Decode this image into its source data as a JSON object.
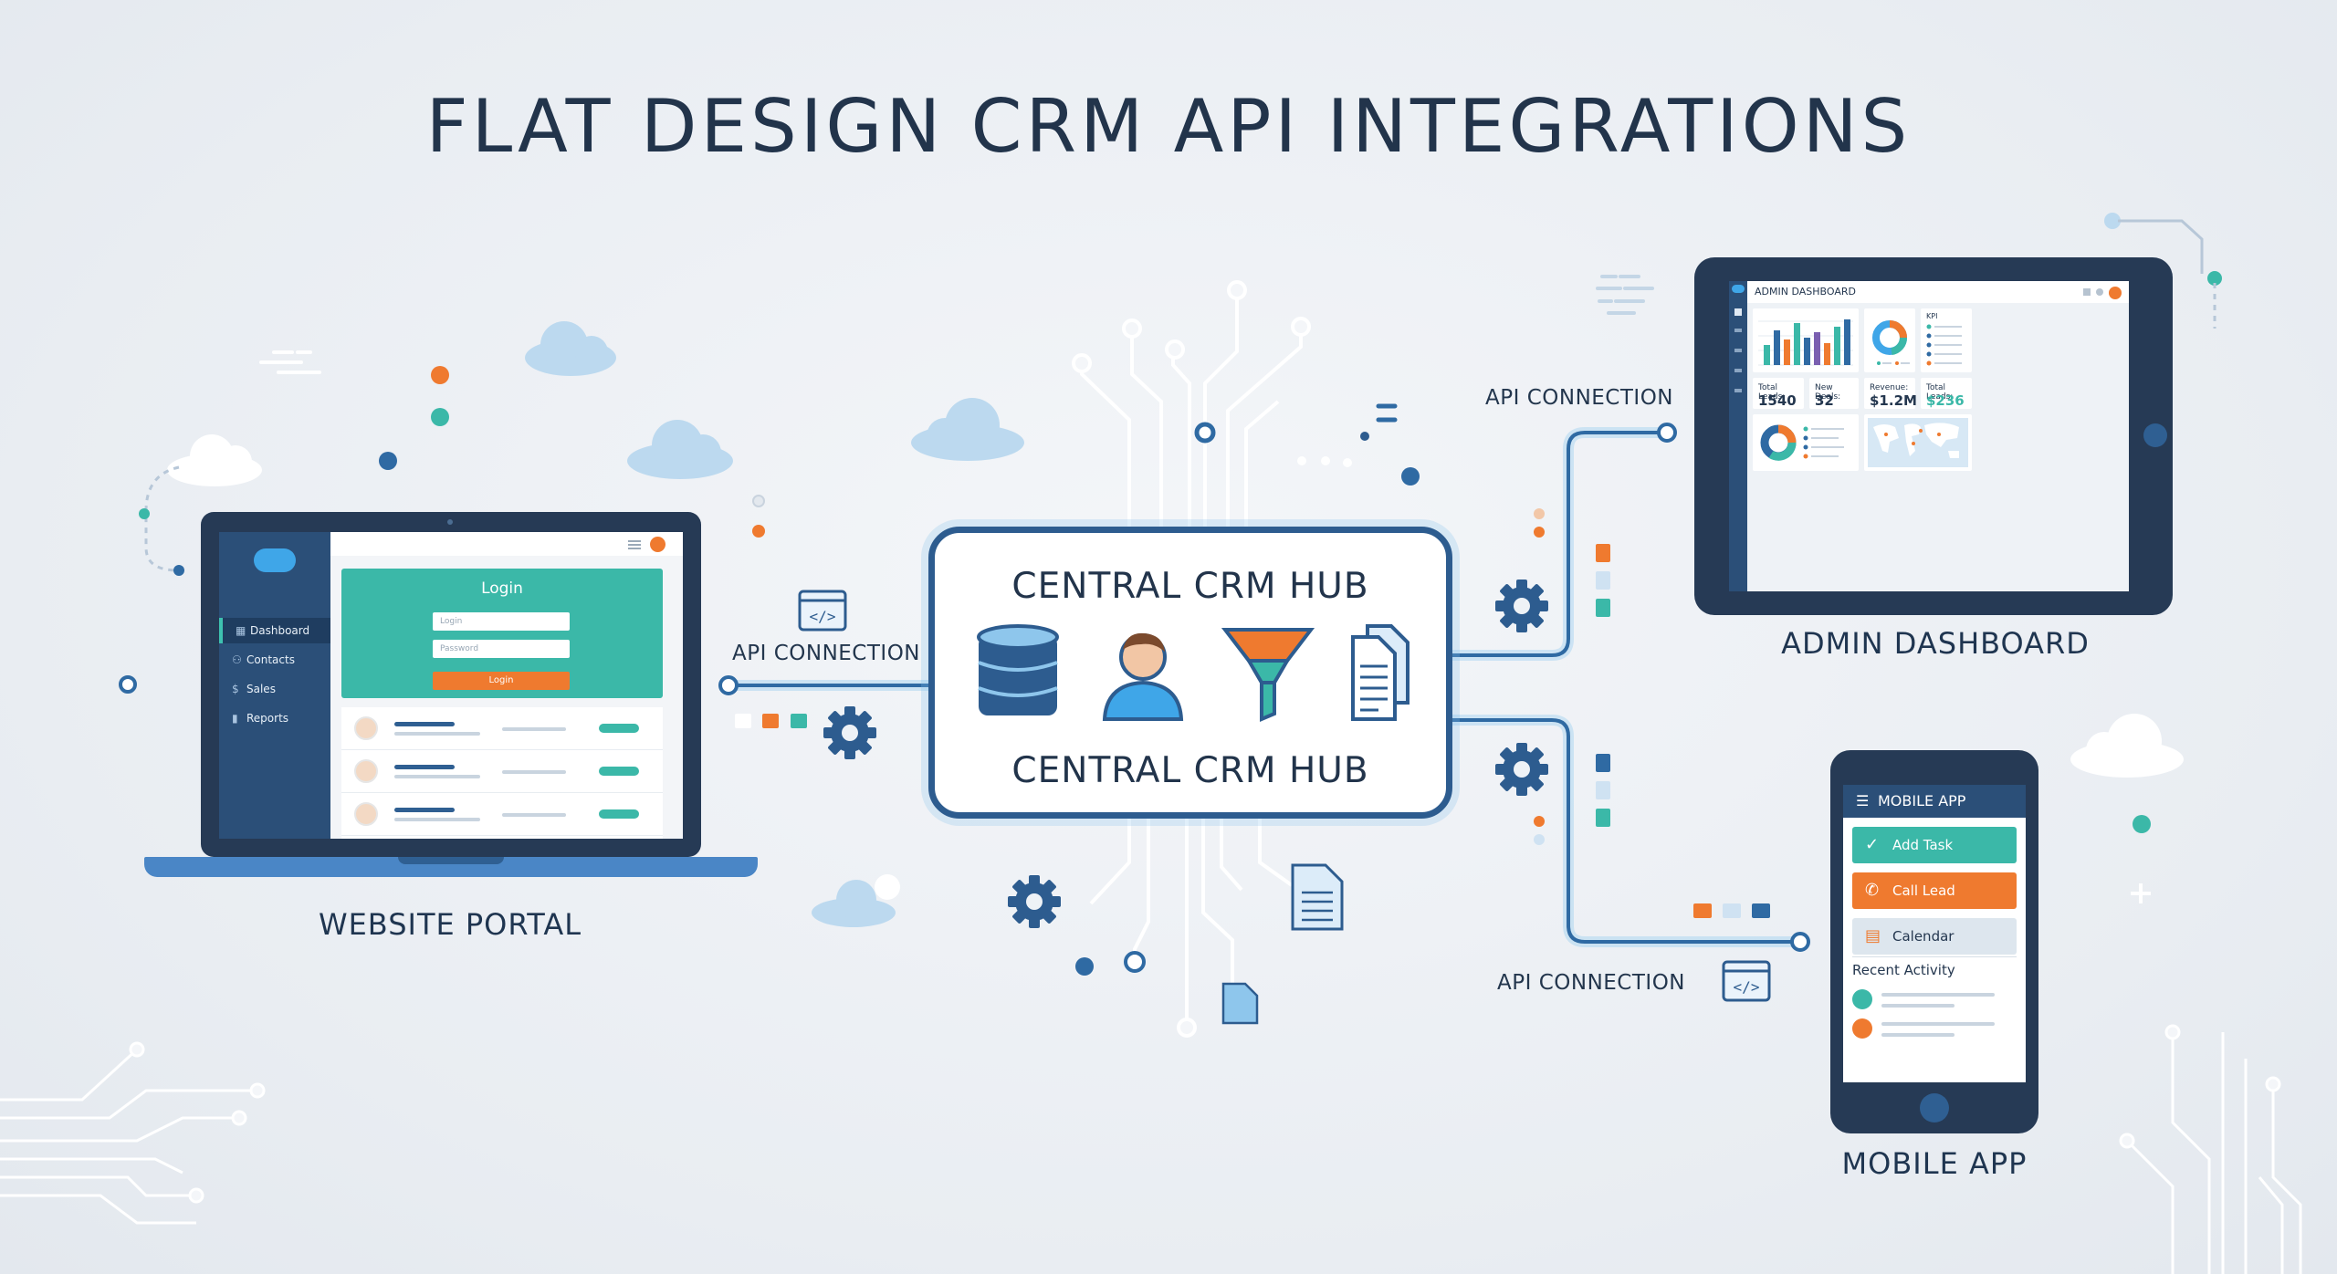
{
  "title": "FLAT DESIGN CRM API INTEGRATIONS",
  "website_portal": {
    "caption": "WEBSITE PORTAL",
    "sidebar": [
      "Dashboard",
      "Contacts",
      "Sales",
      "Reports"
    ],
    "login": {
      "title": "Login",
      "username_placeholder": "Login",
      "password_placeholder": "Password",
      "button": "Login"
    }
  },
  "api_labels": {
    "left": "API CONNECTION",
    "top_right": "API CONNECTION",
    "bottom_right": "API CONNECTION"
  },
  "hub": {
    "title_top": "CENTRAL CRM HUB",
    "title_bottom": "CENTRAL CRM HUB"
  },
  "admin_dashboard": {
    "caption": "ADMIN DASHBOARD",
    "header": "ADMIN DASHBOARD",
    "kpi_card_title": "KPI",
    "stats": [
      {
        "label": "Total Leads:",
        "value": "1540"
      },
      {
        "label": "New Deals:",
        "value": "32"
      },
      {
        "label": "Revenue:",
        "value": "$1.2M"
      },
      {
        "label": "Total Leads:",
        "value": "$236"
      }
    ]
  },
  "mobile_app": {
    "caption": "MOBILE APP",
    "header": "MOBILE APP",
    "buttons": [
      "Add Task",
      "Call Lead",
      "Calendar"
    ],
    "recent": "Recent Activity"
  },
  "colors": {
    "navy": "#263a55",
    "blue": "#2d5c8f",
    "teal": "#3bb8a8",
    "orange": "#ef7a2f",
    "light_blue": "#8ec6ec"
  }
}
